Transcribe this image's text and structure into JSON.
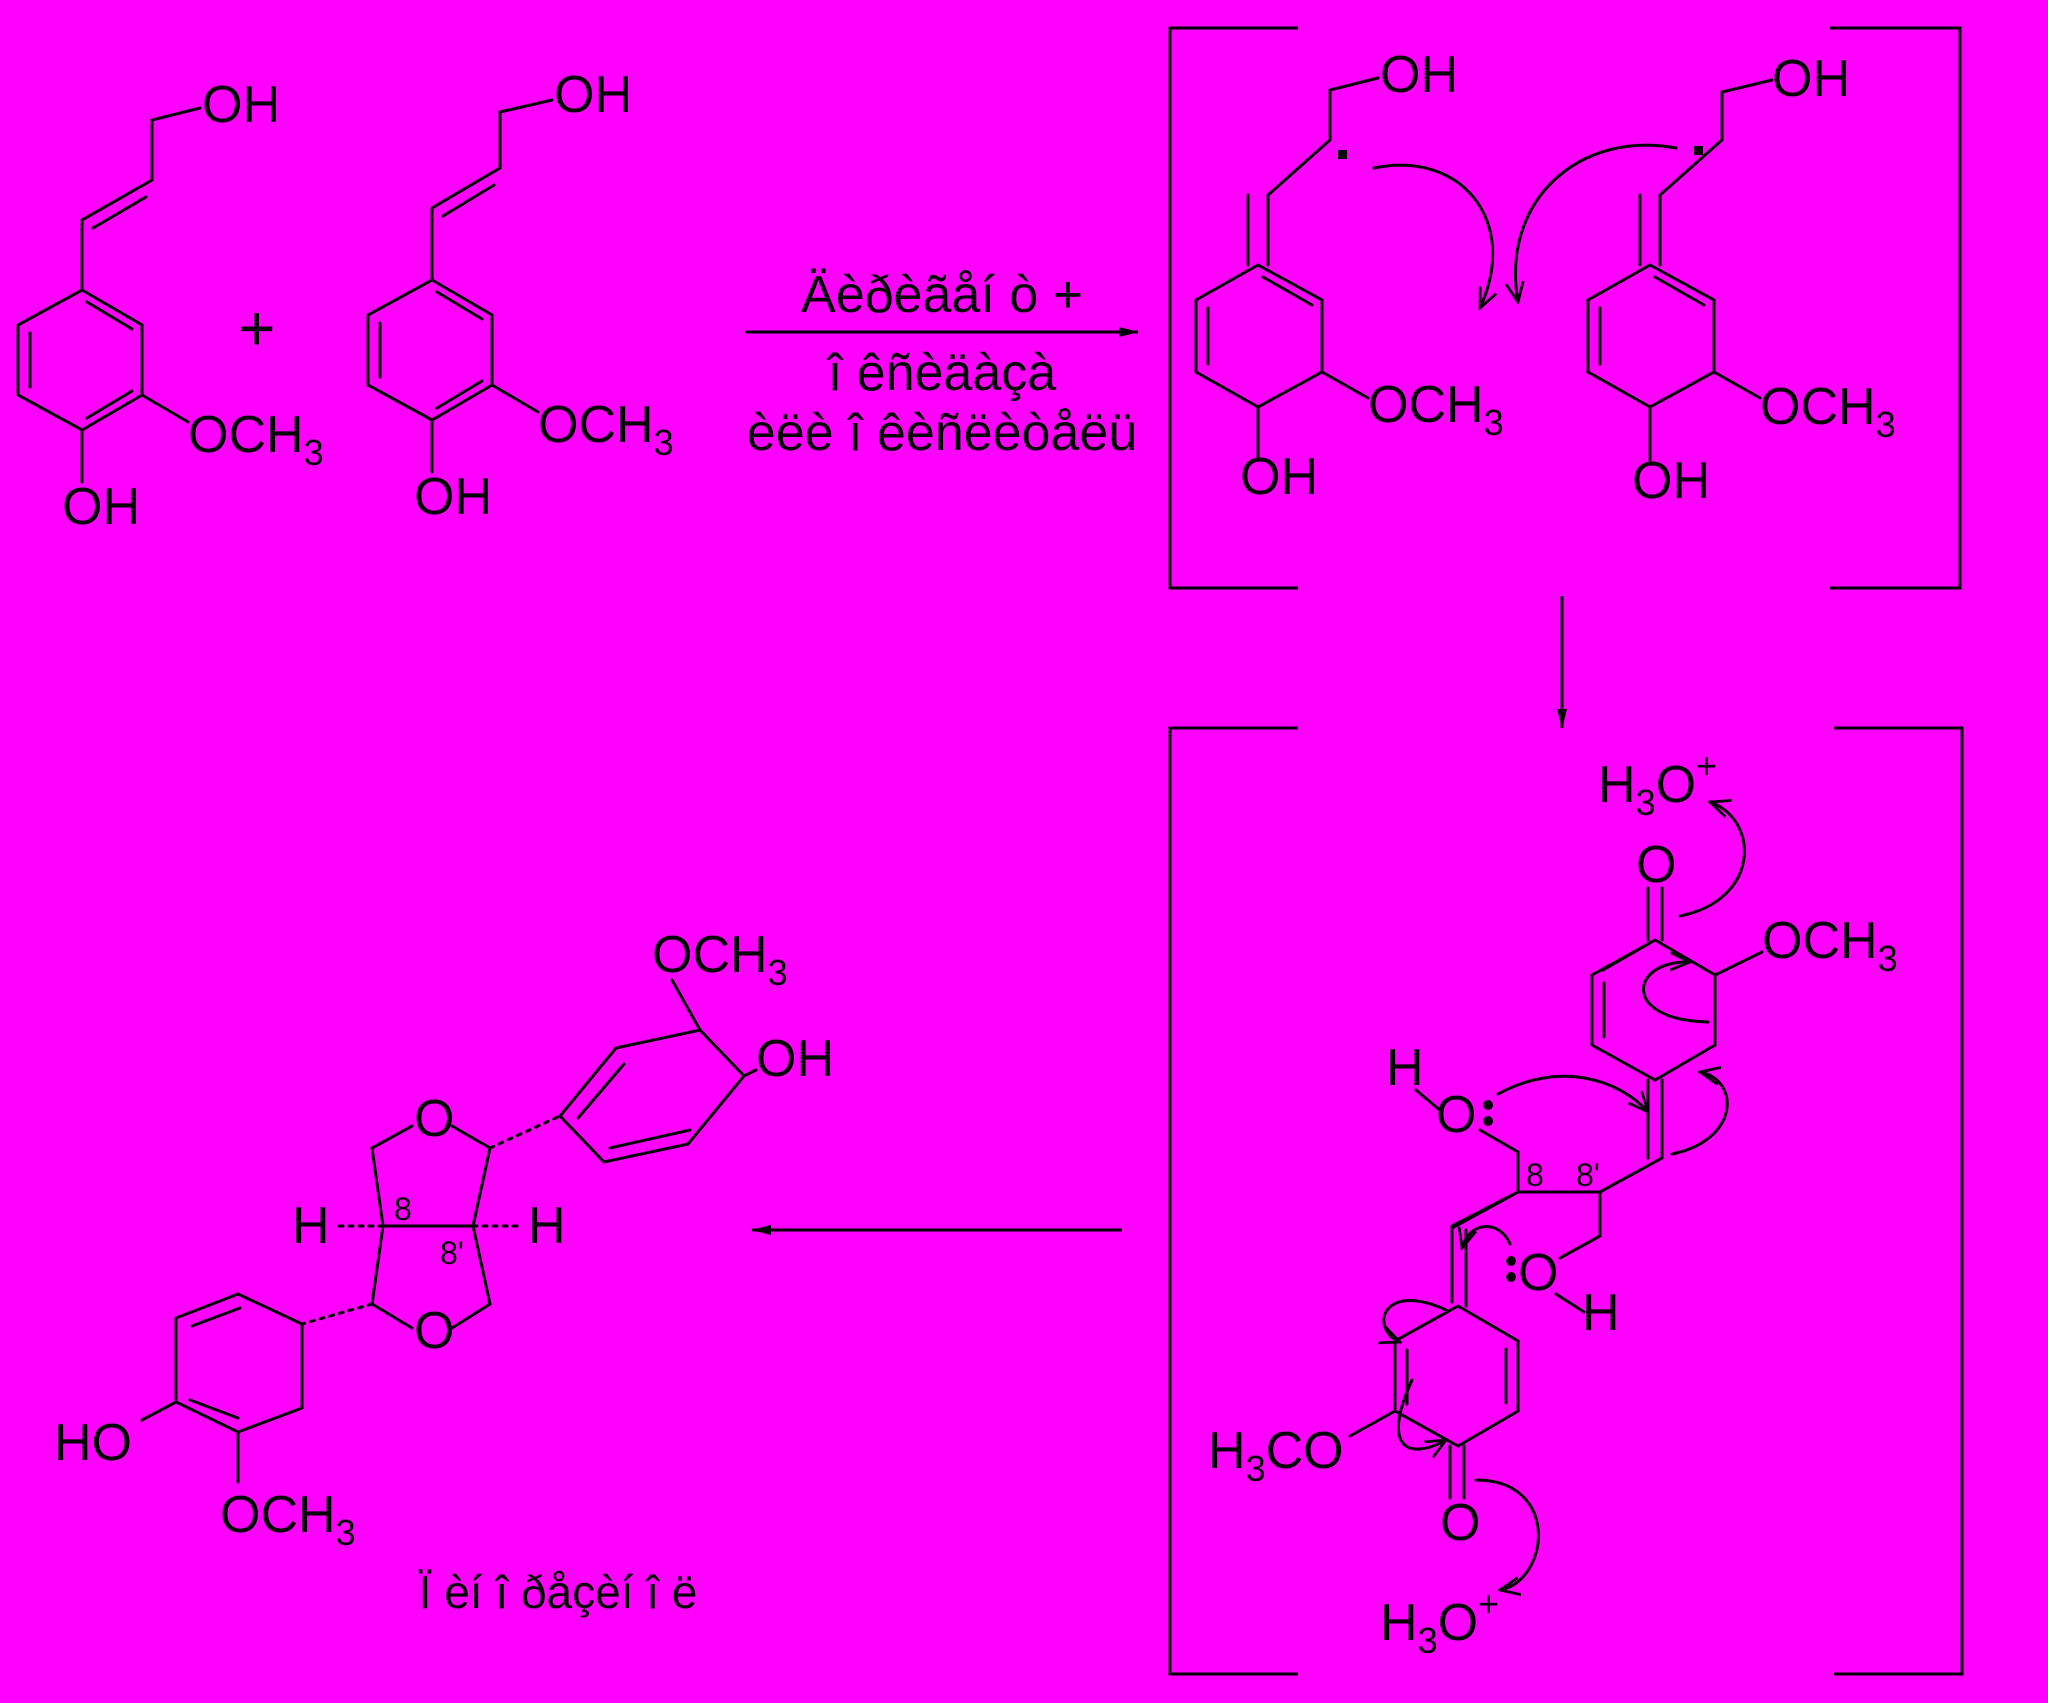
{
  "labels": {
    "oh": "OH",
    "ho": "HO",
    "och": "OCH",
    "sub3": "3",
    "h3": "H",
    "h3co_tail": "CO",
    "o": "O",
    "h": "H",
    "plus": "+",
    "sup_plus": "+",
    "pos8": "8",
    "pos8p": "8'"
  },
  "reagent": {
    "line1": "Äèðèãåí ò +",
    "line2": "î êñèäàçà",
    "line3": "èëè î êèñëèòåëü"
  },
  "product_name": "Ï èí î ðåçèí î ë",
  "colors": {
    "background": "#FF00FF",
    "ink": "#000000"
  }
}
